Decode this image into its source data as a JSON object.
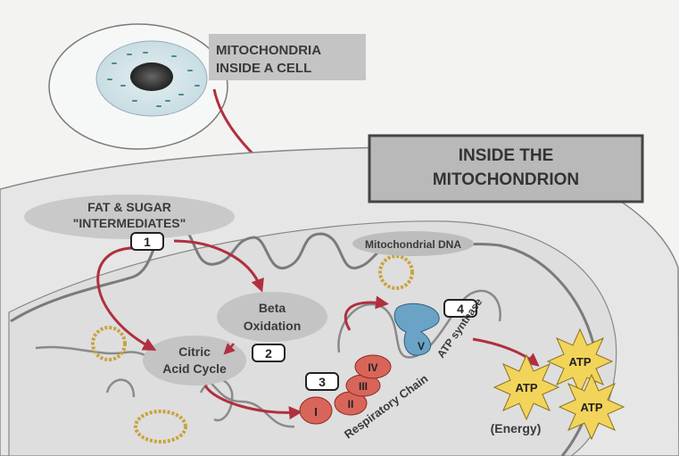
{
  "labels": {
    "cell_line1": "MITOCHONDRIA",
    "cell_line2": "INSIDE A CELL",
    "title_line1": "INSIDE THE",
    "title_line2": "MITOCHONDRION",
    "fat_line1": "FAT & SUGAR",
    "fat_line2": "\"INTERMEDIATES\"",
    "beta_line1": "Beta",
    "beta_line2": "Oxidation",
    "citric_line1": "Citric",
    "citric_line2": "Acid Cycle",
    "mito_dna": "Mitochondrial DNA",
    "respiratory_chain": "Respiratory Chain",
    "atp_synthase": "ATP synthase",
    "energy": "(Energy)"
  },
  "steps": [
    "1",
    "2",
    "3",
    "4"
  ],
  "complexes": [
    "I",
    "II",
    "III",
    "IV",
    "V"
  ],
  "atp": [
    "ATP",
    "ATP",
    "ATP"
  ],
  "colors": {
    "arrow": "#b03040",
    "complex": "#d9655a",
    "complex_v": "#6aa3c6",
    "atp_star": "#f2d45a",
    "oval": "#c9c9c9"
  }
}
